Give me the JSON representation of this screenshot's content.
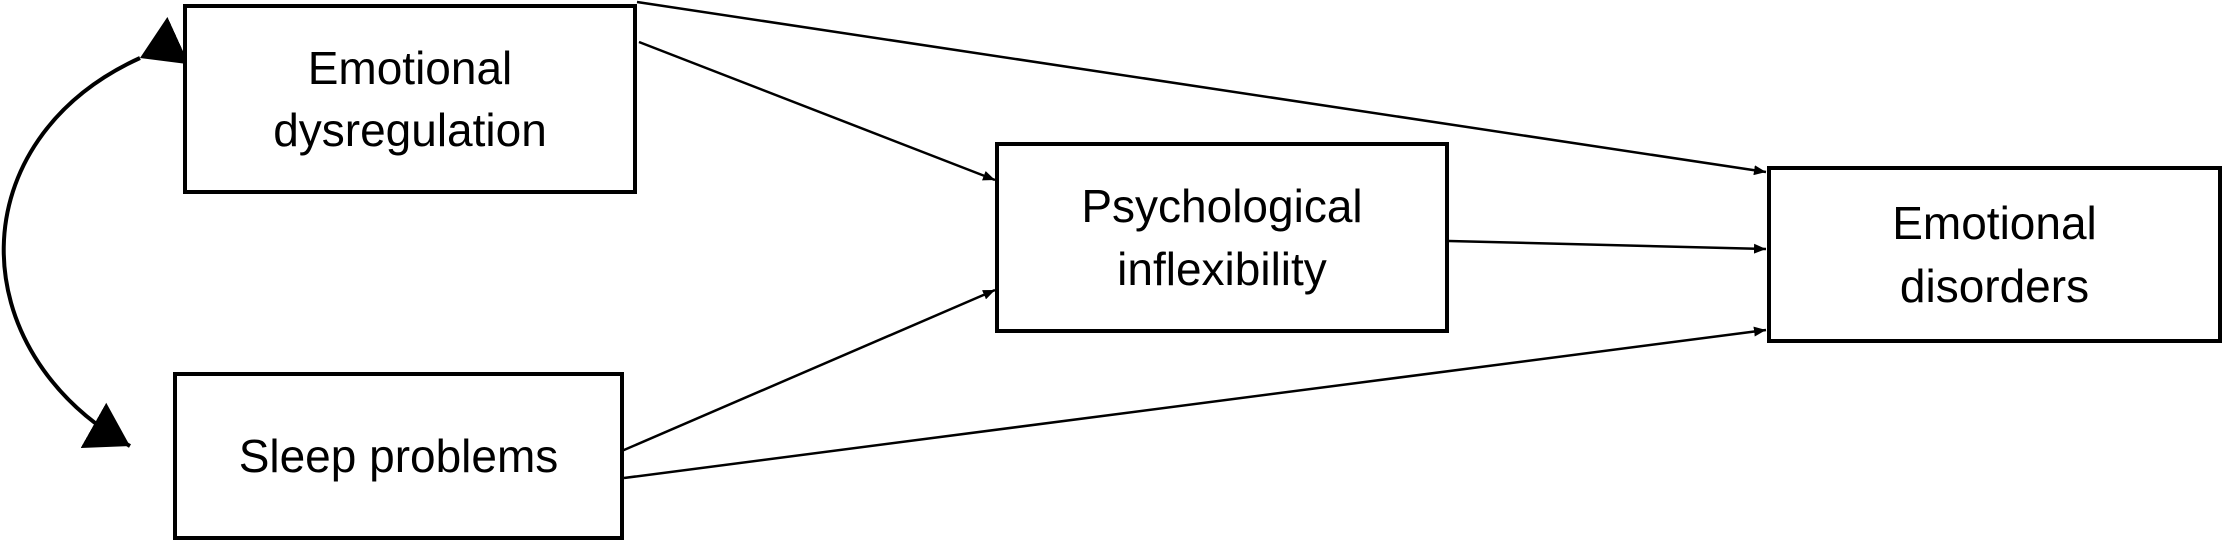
{
  "diagram": {
    "nodes": [
      {
        "id": "emotional-dysregulation",
        "line1": "Emotional",
        "line2": "dysregulation"
      },
      {
        "id": "sleep-problems",
        "line1": "Sleep problems"
      },
      {
        "id": "psychological-inflexibility",
        "line1": "Psychological",
        "line2": "inflexibility"
      },
      {
        "id": "emotional-disorders",
        "line1": "Emotional",
        "line2": "disorders"
      }
    ],
    "edges": [
      {
        "from": "emotional-dysregulation",
        "to": "sleep-problems",
        "type": "bidirectional-curved"
      },
      {
        "from": "emotional-dysregulation",
        "to": "psychological-inflexibility",
        "type": "directed"
      },
      {
        "from": "emotional-dysregulation",
        "to": "emotional-disorders",
        "type": "directed"
      },
      {
        "from": "sleep-problems",
        "to": "psychological-inflexibility",
        "type": "directed"
      },
      {
        "from": "sleep-problems",
        "to": "emotional-disorders",
        "type": "directed"
      },
      {
        "from": "psychological-inflexibility",
        "to": "emotional-disorders",
        "type": "directed"
      }
    ],
    "colors": {
      "line": "#000000",
      "box_border": "#000000",
      "background": "#ffffff",
      "text": "#000000"
    }
  }
}
